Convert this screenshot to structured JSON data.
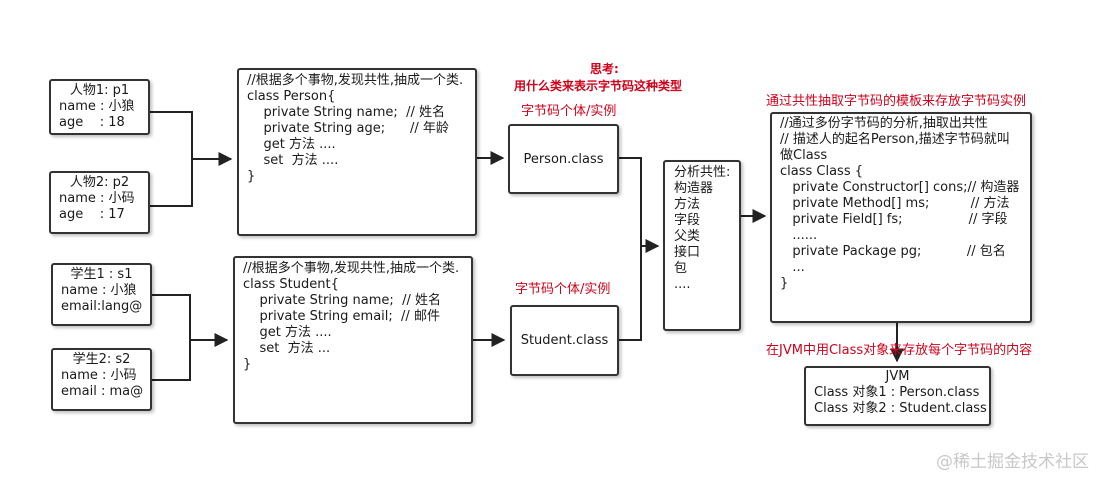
{
  "entities": {
    "p1": [
      "人物1: p1",
      "name : 小狼",
      "age    : 18"
    ],
    "p2": [
      "人物2: p2",
      "name : 小码",
      "age    : 17"
    ],
    "s1": [
      "学生1 : s1",
      "name : 小狼",
      "email:lang@"
    ],
    "s2": [
      "学生2: s2",
      "name : 小码",
      "email : ma@"
    ]
  },
  "person_class_code": [
    "//根据多个事物,发现共性,抽成一个类.",
    "",
    "class Person{",
    "    private String name;  // 姓名",
    "    private String age;      // 年龄",
    "",
    "    get 方法 ....",
    "    set  方法 ....",
    "",
    "}"
  ],
  "student_class_code": [
    "//根据多个事物,发现共性,抽成一个类.",
    "",
    "class Student{",
    "    private String name;  // 姓名",
    "    private String email;  // 邮件",
    "",
    "    get 方法 ....",
    "    set  方法 ...",
    "",
    "}"
  ],
  "person_bytecode": "Person.class",
  "student_bytecode": "Student.class",
  "bytecode_label_top": "字节码个体/实例",
  "bytecode_label_bottom": "字节码个体/实例",
  "thinking_title": "思考:",
  "thinking_question": "用什么类来表示字节码这种类型",
  "commonality": [
    "分析共性:",
    "",
    "构造器",
    "方法",
    "字段",
    "父类",
    "接口",
    "包",
    "...."
  ],
  "template_note": "通过共性抽取字节码的模板来存放字节码实例",
  "class_class_code": [
    "//通过多份字节码的分析,抽取出共性",
    "// 描述人的起名Person,描述字节码就叫",
    "做Class",
    "",
    "class Class {",
    "   private Constructor[] cons;// 构造器",
    "   private Method[] ms;          // 方法",
    "   private Field[] fs;                // 字段",
    "   ......",
    "   private Package pg;           // 包名",
    "   ...",
    "}"
  ],
  "jvm_note": "在JVM中用Class对象来存放每个字节码的内容",
  "jvm": [
    "JVM",
    "Class 对象1 : Person.class",
    "Class 对象2 : Student.class"
  ],
  "watermark": "@稀土掘金技术社区",
  "colors": {
    "accent_red": "#d0021b",
    "border": "#333333"
  }
}
